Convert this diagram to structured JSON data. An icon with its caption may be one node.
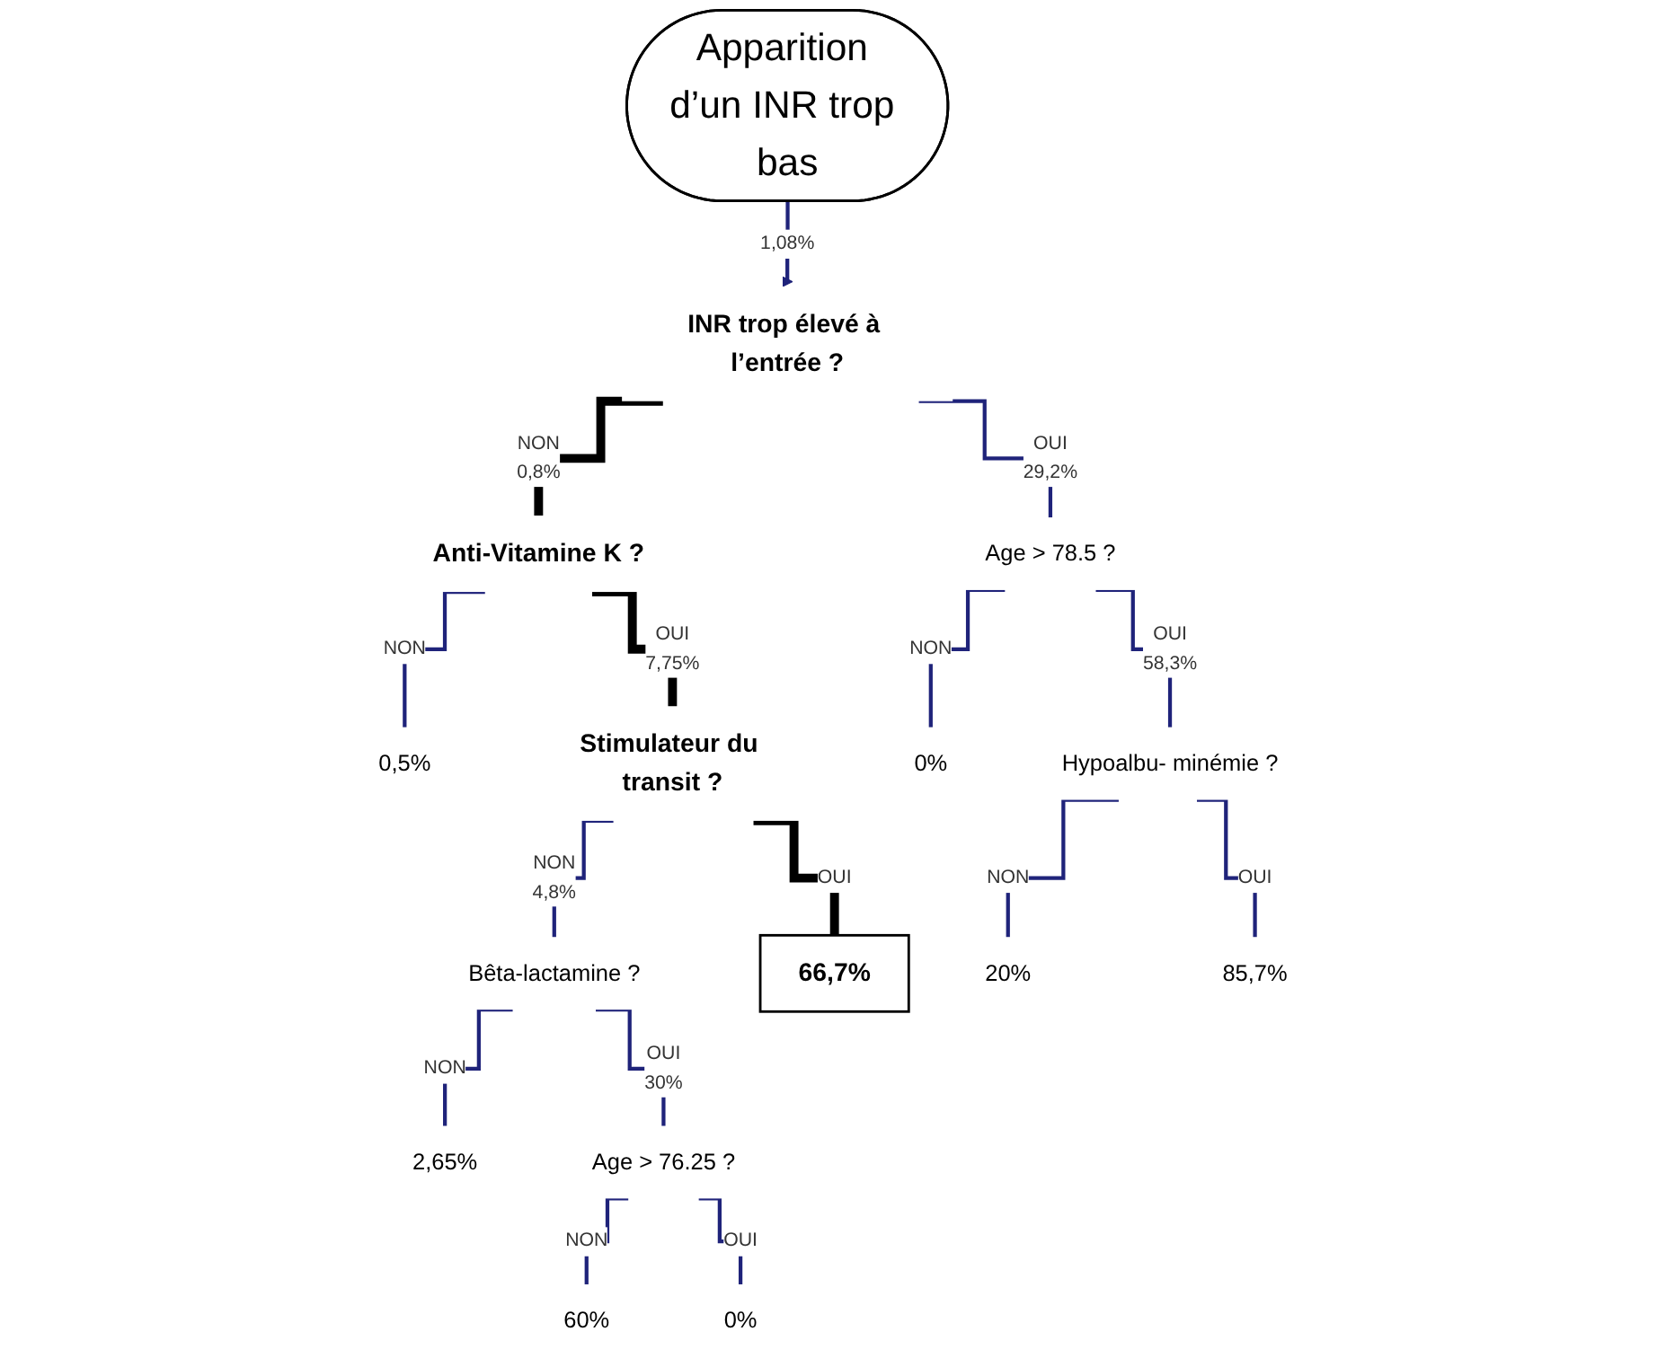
{
  "diagram": {
    "nodes": [
      {
        "text": [
          "Apparition d’un INR trop bas"
        ]
      },
      {
        "text": [
          "INR trop élevé à l’entrée ?"
        ]
      },
      {
        "text": [
          "Anti-Vitamine K ?"
        ],
        "beside": [
          "0,8%"
        ]
      },
      {
        "text": [
          "0,5%"
        ]
      },
      {
        "text": [
          "Stimulateur du transit ?"
        ],
        "beside": [
          "7,75%"
        ]
      },
      {
        "text": [
          "Bêta-lactamine ?"
        ],
        "beside": [
          "4,8%"
        ]
      },
      {
        "text": [
          "2,65%"
        ]
      },
      {
        "text": [
          "Age > 76.25 ?"
        ],
        "beside": [
          "30%"
        ]
      },
      {
        "text": [
          "60%"
        ]
      },
      {
        "text": [
          "0%"
        ]
      },
      {
        "text": [
          "66,7%"
        ]
      },
      {
        "text": [
          "Age > 78.5 ?"
        ],
        "beside": [
          "29,2%"
        ]
      },
      {
        "text": [
          "0%"
        ]
      },
      {
        "text": [
          "Hypoalbu- minémie ?"
        ],
        "beside": [
          "58,3%"
        ]
      },
      {
        "text": [
          "20%"
        ]
      },
      {
        "text": [
          "85,7%"
        ]
      }
    ],
    "edges": [
      {
        "from": 0,
        "to": 1,
        "arrow": "to",
        "label": "1,08%"
      },
      {
        "from": 1,
        "to": 2,
        "arrow": "none",
        "label": "NON",
        "style": "thick",
        "color": "#000000"
      },
      {
        "from": 1,
        "to": 11,
        "arrow": "none",
        "label": "OUI"
      },
      {
        "from": 2,
        "to": 3,
        "arrow": "none",
        "label": "NON"
      },
      {
        "from": 2,
        "to": 4,
        "arrow": "none",
        "label": "OUI",
        "style": "thick",
        "color": "#000000"
      },
      {
        "from": 4,
        "to": 5,
        "arrow": "none",
        "label": "NON"
      },
      {
        "from": 4,
        "to": 10,
        "arrow": "none",
        "label": "OUI",
        "style": "thick",
        "color": "#000000"
      },
      {
        "from": 5,
        "to": 6,
        "arrow": "none",
        "label": "NON"
      },
      {
        "from": 5,
        "to": 7,
        "arrow": "none",
        "label": "OUI"
      },
      {
        "from": 7,
        "to": 8,
        "arrow": "none",
        "label": "NON"
      },
      {
        "from": 7,
        "to": 9,
        "arrow": "none",
        "label": "OUI"
      },
      {
        "from": 11,
        "to": 12,
        "arrow": "none",
        "label": "NON"
      },
      {
        "from": 11,
        "to": 13,
        "arrow": "none",
        "label": "OUI"
      },
      {
        "from": 13,
        "to": 14,
        "arrow": "none",
        "label": "NON"
      },
      {
        "from": 13,
        "to": 15,
        "arrow": "none",
        "label": "OUI"
      }
    ]
  }
}
